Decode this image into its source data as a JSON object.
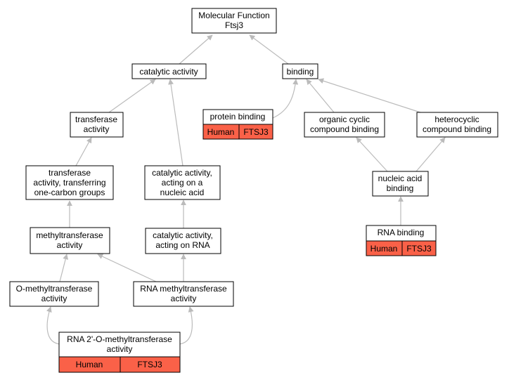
{
  "colors": {
    "edge": "#bbbbbb",
    "node_border": "#000000",
    "node_fill": "#ffffff",
    "annotation_fill": "#fa6148"
  },
  "nodes": {
    "mf": [
      "Molecular Function",
      "Ftsj3"
    ],
    "cat": [
      "catalytic activity"
    ],
    "bind": [
      "binding"
    ],
    "prot": [
      "protein binding"
    ],
    "ocb": [
      "organic cyclic",
      "compound binding"
    ],
    "hcb": [
      "heterocyclic",
      "compound binding"
    ],
    "trans": [
      "transferase",
      "activity"
    ],
    "catna": [
      "catalytic activity,",
      "acting on a",
      "nucleic acid"
    ],
    "nab": [
      "nucleic acid",
      "binding"
    ],
    "tone": [
      "transferase",
      "activity, transferring",
      "one-carbon groups"
    ],
    "rnab": [
      "RNA binding"
    ],
    "mt": [
      "methyltransferase",
      "activity"
    ],
    "catrna": [
      "catalytic activity,",
      "acting on RNA"
    ],
    "omt": [
      "O-methyltransferase",
      "activity"
    ],
    "rnamt": [
      "RNA methyltransferase",
      "activity"
    ],
    "rna2o": [
      "RNA 2'-O-methyltransferase",
      "activity"
    ]
  },
  "annotations": {
    "prot": [
      "Human",
      "FTSJ3"
    ],
    "rnab": [
      "Human",
      "FTSJ3"
    ],
    "rna2o": [
      "Human",
      "FTSJ3"
    ]
  }
}
